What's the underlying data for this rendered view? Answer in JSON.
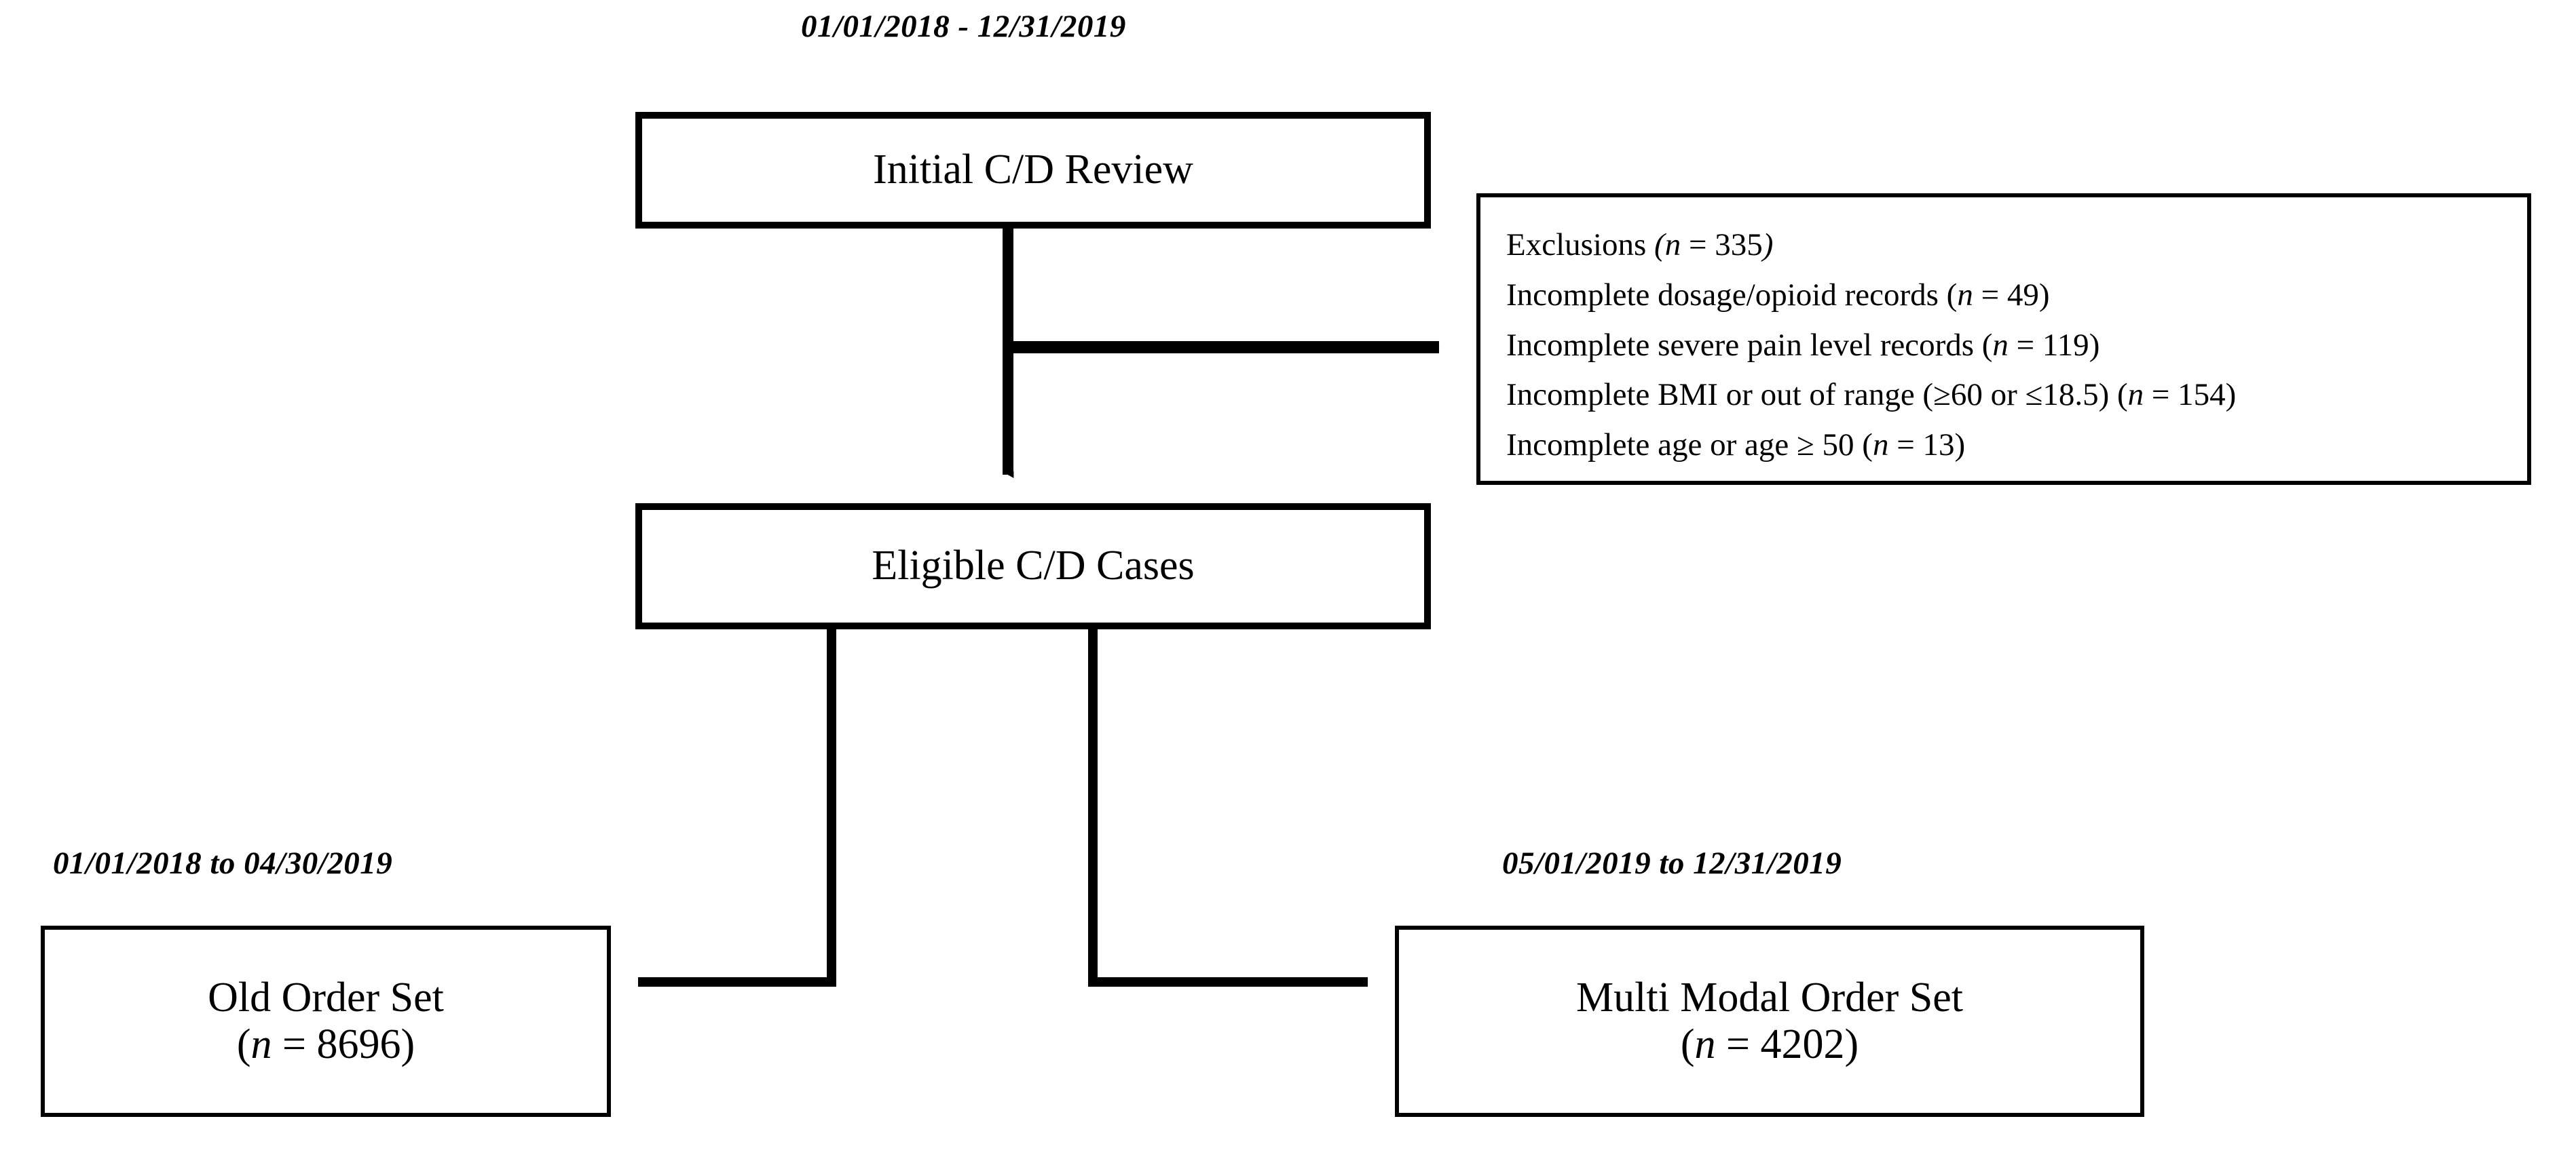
{
  "diagram": {
    "title_dates": {
      "top_period": "01/01/2018 - 12/31/2019",
      "left_period": "01/01/2018 to 04/30/2019",
      "right_period": "05/01/2019 to 12/31/2019"
    },
    "nodes": {
      "initial_review": {
        "label": "Initial C/D Review"
      },
      "eligible_cases": {
        "label": "Eligible C/D Cases"
      },
      "old_order_set": {
        "label": "Old Order Set",
        "count_prefix": "(",
        "count_n": "n",
        "count_eq": " = ",
        "count_value": "8696",
        "count_suffix": ")"
      },
      "multi_modal_order_set": {
        "label": "Multi Modal Order Set",
        "count_prefix": "(",
        "count_n": "n",
        "count_eq": " = ",
        "count_value": "4202",
        "count_suffix": ")"
      }
    },
    "exclusions": {
      "heading_text": "Exclusions ",
      "heading_open": "(",
      "heading_n": "n",
      "heading_eq": " = ",
      "heading_value": "335",
      "heading_close": ")",
      "lines": [
        {
          "text": "Incomplete dosage/opioid records (",
          "n": "n",
          "eq": " = ",
          "value": "49",
          "close": ")"
        },
        {
          "text": "Incomplete severe pain level records (",
          "n": "n",
          "eq": " = ",
          "value": "119",
          "close": ")"
        },
        {
          "text": "Incomplete BMI or out of range (≥60 or ≤18.5) (",
          "n": "n",
          "eq": " = ",
          "value": "154",
          "close": ")"
        },
        {
          "text": "Incomplete age or age ≥ 50 (",
          "n": "n",
          "eq": " = ",
          "value": "13",
          "close": ")"
        }
      ]
    },
    "colors": {
      "stroke": "#000000",
      "background": "#ffffff"
    }
  }
}
